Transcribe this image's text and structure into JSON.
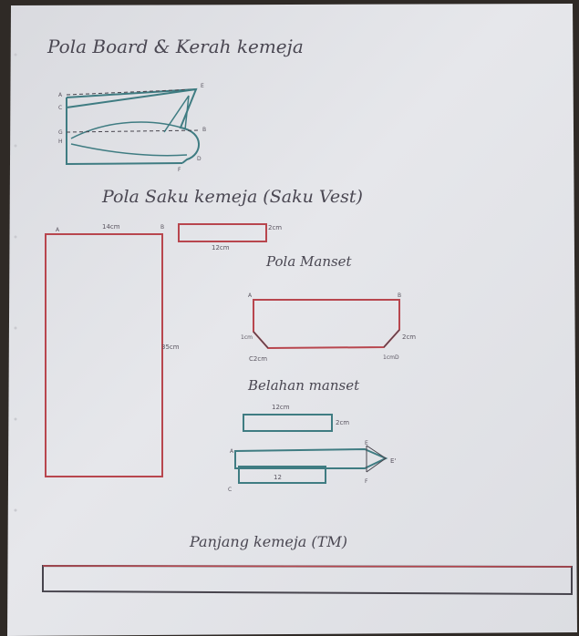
{
  "headings": {
    "title": "Pola Board & Kerah kemeja",
    "saku": "Pola Saku kemeja (Saku Vest)",
    "manset": "Pola Manset",
    "belahan": "Belahan manset",
    "panjang": "Panjang kemeja (TM)"
  },
  "labels": {
    "saku_width": "14cm",
    "saku_height": "35cm",
    "saku_corner_a": "A",
    "saku_corner_b": "B",
    "strip_height": "2cm",
    "strip_width": "12cm",
    "manset_corner_a": "A",
    "manset_corner_b": "B",
    "manset_side": "2cm",
    "manset_bottom": "C2cm",
    "manset_corner_c": "1cm",
    "manset_corner_d": "1cmD",
    "belahan_width": "12cm",
    "belahan_height": "2cm",
    "placket_len": "12",
    "placket_e": "E",
    "placket_e2": "E'",
    "placket_c": "C",
    "placket_f": "F",
    "placket_a": "A"
  },
  "colors": {
    "paper": "#e4e6ea",
    "red_ink": "#b8464e",
    "teal_ink": "#3f7c82",
    "pen": "#4a4752"
  }
}
